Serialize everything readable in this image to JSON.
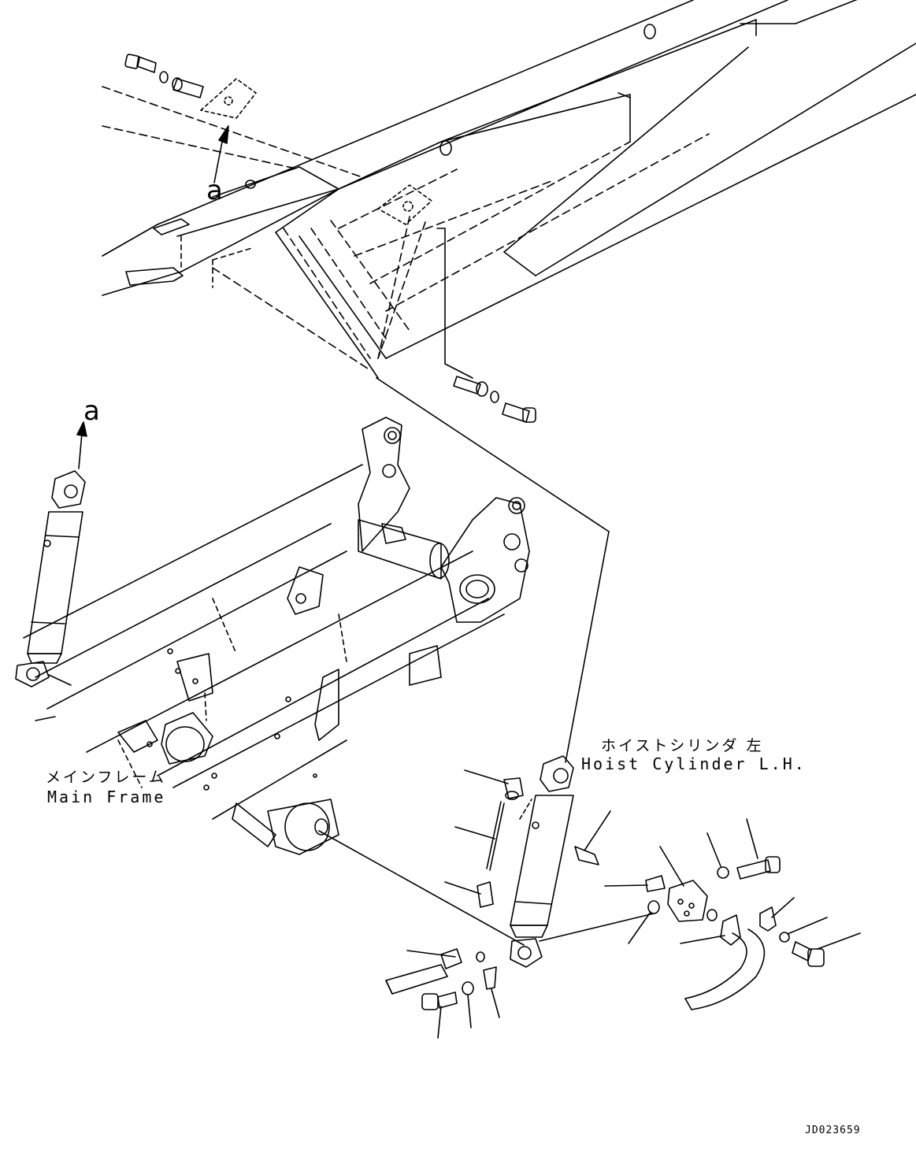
{
  "labels": {
    "hoist_cylinder_jp": "ホイストシリンダ 左",
    "hoist_cylinder_en": "Hoist Cylinder L.H.",
    "main_frame_jp": "メインフレーム",
    "main_frame_en": "Main Frame",
    "ref_a_upper": "a",
    "ref_a_lower": "a",
    "drawing_code": "JD023659"
  },
  "colors": {
    "line": "#000000",
    "background": "#ffffff"
  }
}
